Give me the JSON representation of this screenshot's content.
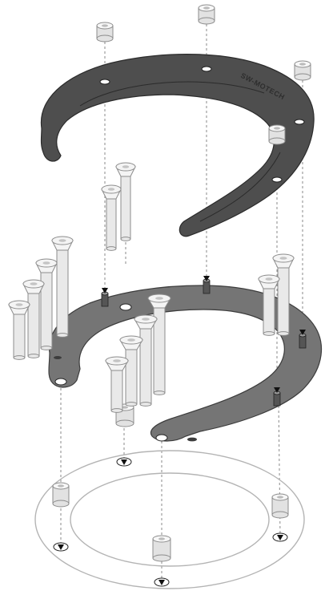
{
  "diagram": {
    "bracket_label": "SW-MOTECH",
    "colors": {
      "background": "#ffffff",
      "bracket": "#4e4e4e",
      "ring": "#757575",
      "hardware": "#e9e9e9",
      "guide_line": "#8a8a8a",
      "mounting_ring_outline": "#b4b4b4"
    },
    "parts": [
      "upper-tank-bracket",
      "middle-mounting-ring",
      "lower-tank-ring-outline",
      "top-spacers",
      "long-bolts-left",
      "long-bolts-center",
      "short-bolts-center",
      "short-bolts-right",
      "lower-spacers",
      "threaded-pins"
    ]
  }
}
